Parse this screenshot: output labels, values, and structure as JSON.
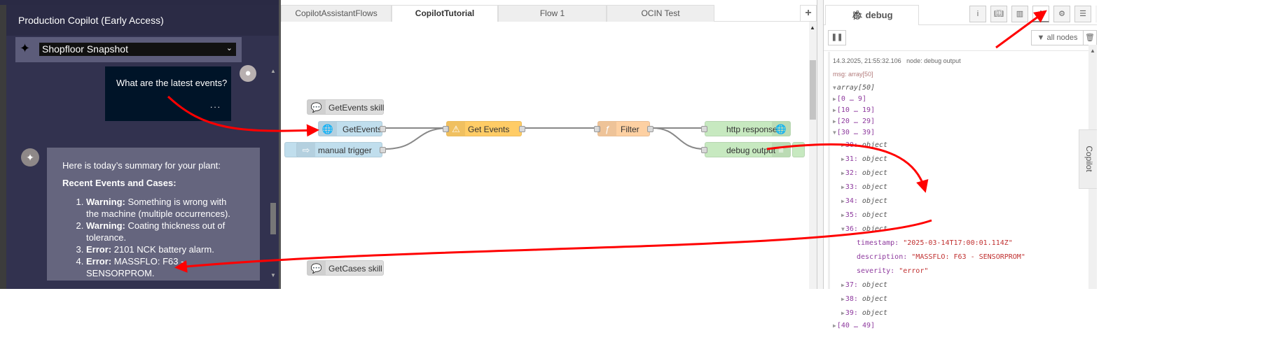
{
  "copilot": {
    "title": "Production Copilot (Early Access)",
    "skill_select": "Shopfloor Snapshot",
    "user_message": "What are the latest events?",
    "more_label": "...",
    "reply": {
      "intro": "Here is today’s summary for your plant:",
      "heading": "Recent Events and Cases:",
      "items": [
        {
          "type": "Warning:",
          "text": " Something is wrong with the machine (multiple occurrences)."
        },
        {
          "type": "Warning:",
          "text": " Coating thickness out of tolerance."
        },
        {
          "type": "Error:",
          "text": " 2101 NCK battery alarm."
        },
        {
          "type": "Error:",
          "text": " MASSFLO: F63 - SENSORPROM."
        }
      ]
    }
  },
  "flow_tabs": [
    {
      "label": "CopilotAssistantFlows"
    },
    {
      "label": "CopilotTutorial"
    },
    {
      "label": "Flow 1"
    },
    {
      "label": "OCIN Test"
    }
  ],
  "add_tab": "+",
  "nodes": {
    "comment1": "GetEvents skill",
    "http_in": "GetEvents",
    "inject": "manual trigger",
    "get_events": "Get Events",
    "filter": "Filter",
    "http_response": "http response",
    "debug": "debug output",
    "comment2": "GetCases skill"
  },
  "sidebar": {
    "active_tab": "debug",
    "filter_label": "all nodes",
    "side_tab": "Copilot",
    "message": {
      "time": "14.3.2025, 21:55:32.106",
      "node": "node: debug output",
      "msg": "msg: array[50]",
      "root": "array[50]",
      "groups": [
        "[0 … 9]",
        "[10 … 19]",
        "[20 … 29]",
        "[30 … 39]"
      ],
      "objects": [
        {
          "key": "30:",
          "val": "object"
        },
        {
          "key": "31:",
          "val": "object"
        },
        {
          "key": "32:",
          "val": "object"
        },
        {
          "key": "33:",
          "val": "object"
        },
        {
          "key": "34:",
          "val": "object"
        },
        {
          "key": "35:",
          "val": "object"
        },
        {
          "key": "36:",
          "val": "object"
        }
      ],
      "props": [
        {
          "key": "timestamp:",
          "val": "\"2025-03-14T17:00:01.114Z\""
        },
        {
          "key": "description:",
          "val": "\"MASSFLO: F63 - SENSORPROM\""
        },
        {
          "key": "severity:",
          "val": "\"error\""
        }
      ],
      "objects_after": [
        {
          "key": "37:",
          "val": "object"
        },
        {
          "key": "38:",
          "val": "object"
        },
        {
          "key": "39:",
          "val": "object"
        }
      ],
      "last_group": "[40 … 49]"
    }
  },
  "colors": {
    "annotation": "#ff0000",
    "http": "#c0deed",
    "function": "#fdd0a2",
    "template": "#ffcc66",
    "debug": "#c7e9c0",
    "comment": "#dddddd"
  }
}
